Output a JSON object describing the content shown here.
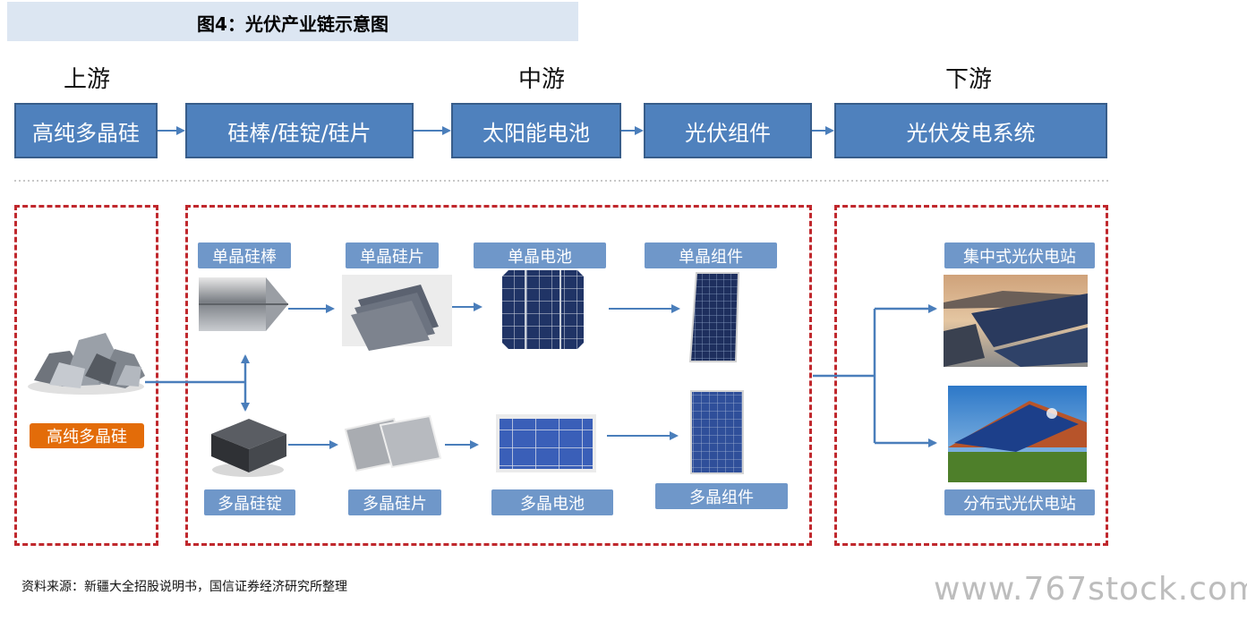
{
  "title": "图4：光伏产业链示意图",
  "stages": {
    "upstream": "上游",
    "midstream": "中游",
    "downstream": "下游"
  },
  "chain": [
    "高纯多晶硅",
    "硅棒/硅锭/硅片",
    "太阳能电池",
    "光伏组件",
    "光伏发电系统"
  ],
  "upstream_box": {
    "label": "高纯多晶硅"
  },
  "mono": {
    "rod": "单晶硅棒",
    "wafer": "单晶硅片",
    "cell": "单晶电池",
    "module": "单晶组件"
  },
  "poly": {
    "ingot": "多晶硅锭",
    "wafer": "多晶硅片",
    "cell": "多晶电池",
    "module": "多晶组件"
  },
  "downstream": {
    "centralized": "集中式光伏电站",
    "distributed": "分布式光伏电站"
  },
  "source": "资料来源：新疆大全招股说明书，国信证券经济研究所整理",
  "watermark": "www.767stock.com"
}
